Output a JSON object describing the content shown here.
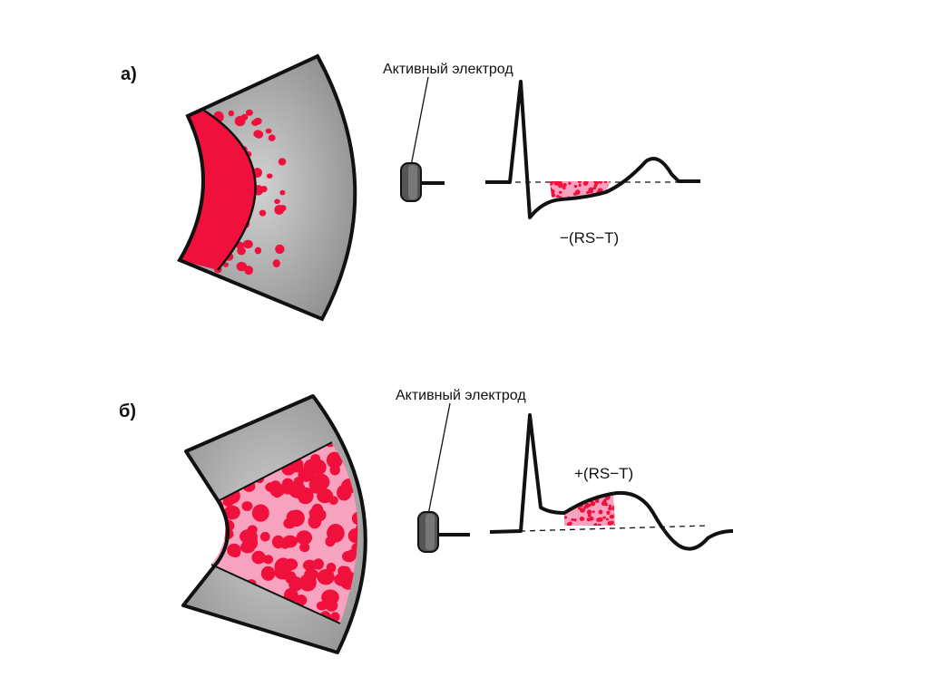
{
  "panels": [
    {
      "id": "a",
      "letter": "а)",
      "electrode_label": "Активный электрод",
      "segment_label": "−(RS−T)",
      "segment_direction": "depression"
    },
    {
      "id": "b",
      "letter": "б)",
      "electrode_label": "Активный электрод",
      "segment_label": "+(RS−T)",
      "segment_direction": "elevation"
    }
  ],
  "colors": {
    "myocardium": "#9a9a9a",
    "myocardium_light": "#c8c8c8",
    "ischemia": "#f0103c",
    "ischemia_pink": "#f7a3c0",
    "outline": "#111111"
  }
}
